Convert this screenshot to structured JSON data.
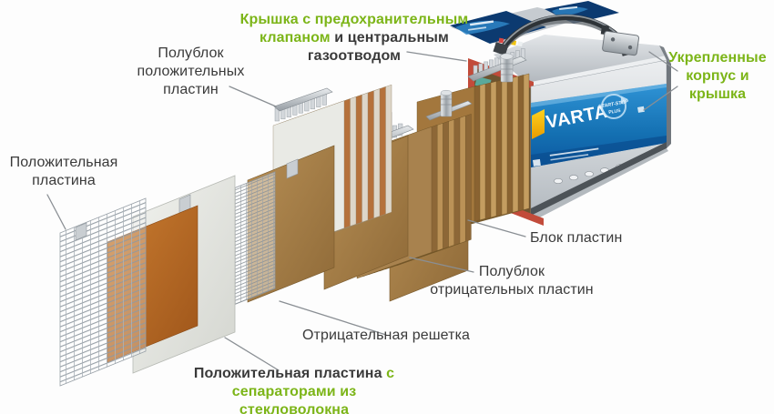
{
  "colors": {
    "accent_green": "#7cb518",
    "label_text": "#3a3a3a",
    "battery_blue": "#1272b4",
    "plate_orange": "#b9652a",
    "plate_brown": "#a8824e"
  },
  "battery": {
    "brand": "VARTA",
    "emblem_top": "START-STOP",
    "emblem_bottom": "PLUS"
  },
  "labels": {
    "cover_valve": {
      "green": "Крышка с предохранительным клапаном",
      "black": " и центральным газоотводом"
    },
    "positive_halfblock": "Полублок положительных пластин",
    "reinforced_case": "Укрепленные корпус и крышка",
    "positive_plate": "Положительная пластина",
    "plate_block": "Блок пластин",
    "negative_halfblock": {
      "line1": "Полублок",
      "line2": "отрицательных пластин"
    },
    "negative_grid": "Отрицательная решетка",
    "positive_plate_separators": {
      "black": "Положительная пластина ",
      "green": "с сепараторами из стекловолокна"
    }
  }
}
